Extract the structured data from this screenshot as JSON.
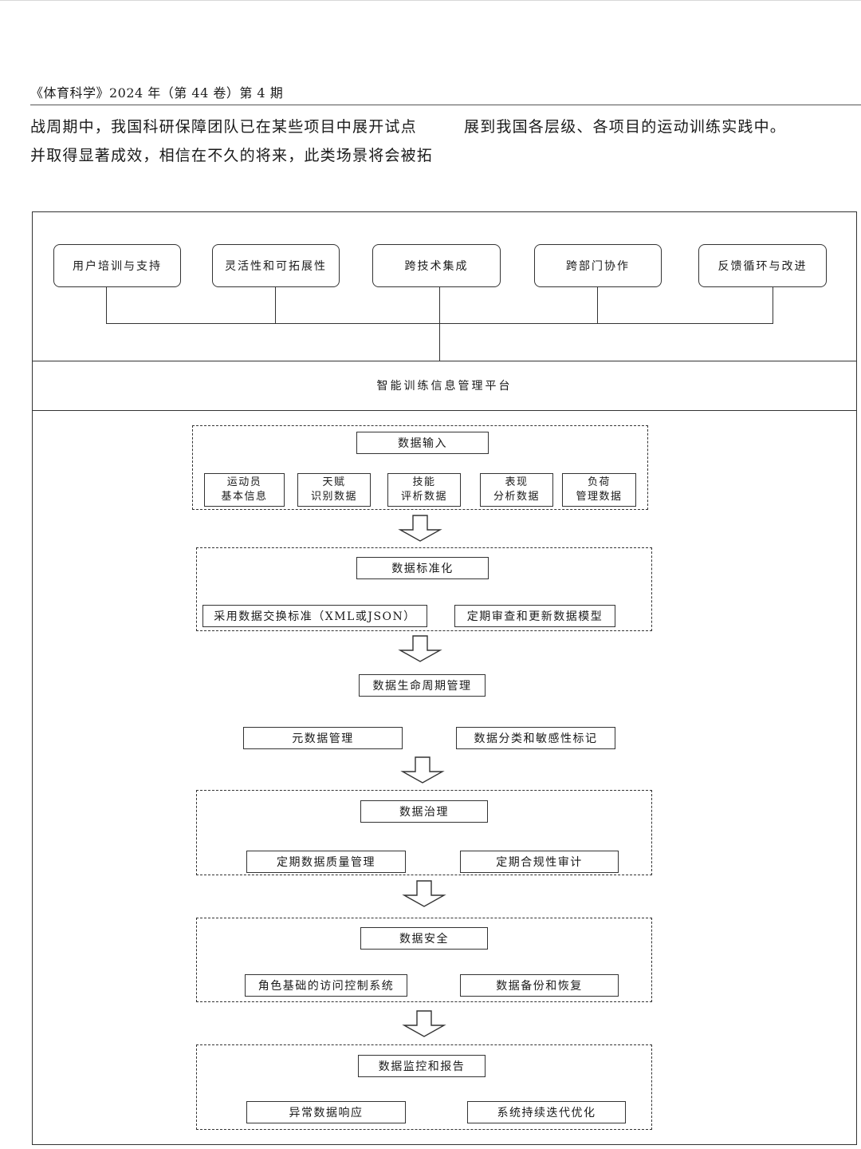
{
  "header": "《体育科学》2024 年（第 44 卷）第 4 期",
  "paragraph_left": [
    "战周期中，我国科研保障团队已在某些项目中展开试点",
    "并取得显著成效，相信在不久的将来，此类场景将会被拓"
  ],
  "paragraph_right": [
    "展到我国各层级、各项目的运动训练实践中。"
  ],
  "diagram": {
    "top_boxes": [
      "用户培训与支持",
      "灵活性和可拓展性",
      "跨技术集成",
      "跨部门协作",
      "反馈循环与改进"
    ],
    "platform": "智能训练信息管理平台",
    "input": {
      "title": "数据输入",
      "items": [
        [
          "运动员",
          "基本信息"
        ],
        [
          "天赋",
          "识别数据"
        ],
        [
          "技能",
          "评析数据"
        ],
        [
          "表现",
          "分析数据"
        ],
        [
          "负荷",
          "管理数据"
        ]
      ]
    },
    "standardization": {
      "title": "数据标准化",
      "items": [
        "采用数据交换标准（XML或JSON）",
        "定期审查和更新数据模型"
      ]
    },
    "lifecycle": {
      "title": "数据生命周期管理",
      "items": [
        "元数据管理",
        "数据分类和敏感性标记"
      ]
    },
    "governance": {
      "title": "数据治理",
      "items": [
        "定期数据质量管理",
        "定期合规性审计"
      ]
    },
    "security": {
      "title": "数据安全",
      "items": [
        "角色基础的访问控制系统",
        "数据备份和恢复"
      ]
    },
    "monitoring": {
      "title": "数据监控和报告",
      "items": [
        "异常数据响应",
        "系统持续迭代优化"
      ]
    }
  }
}
